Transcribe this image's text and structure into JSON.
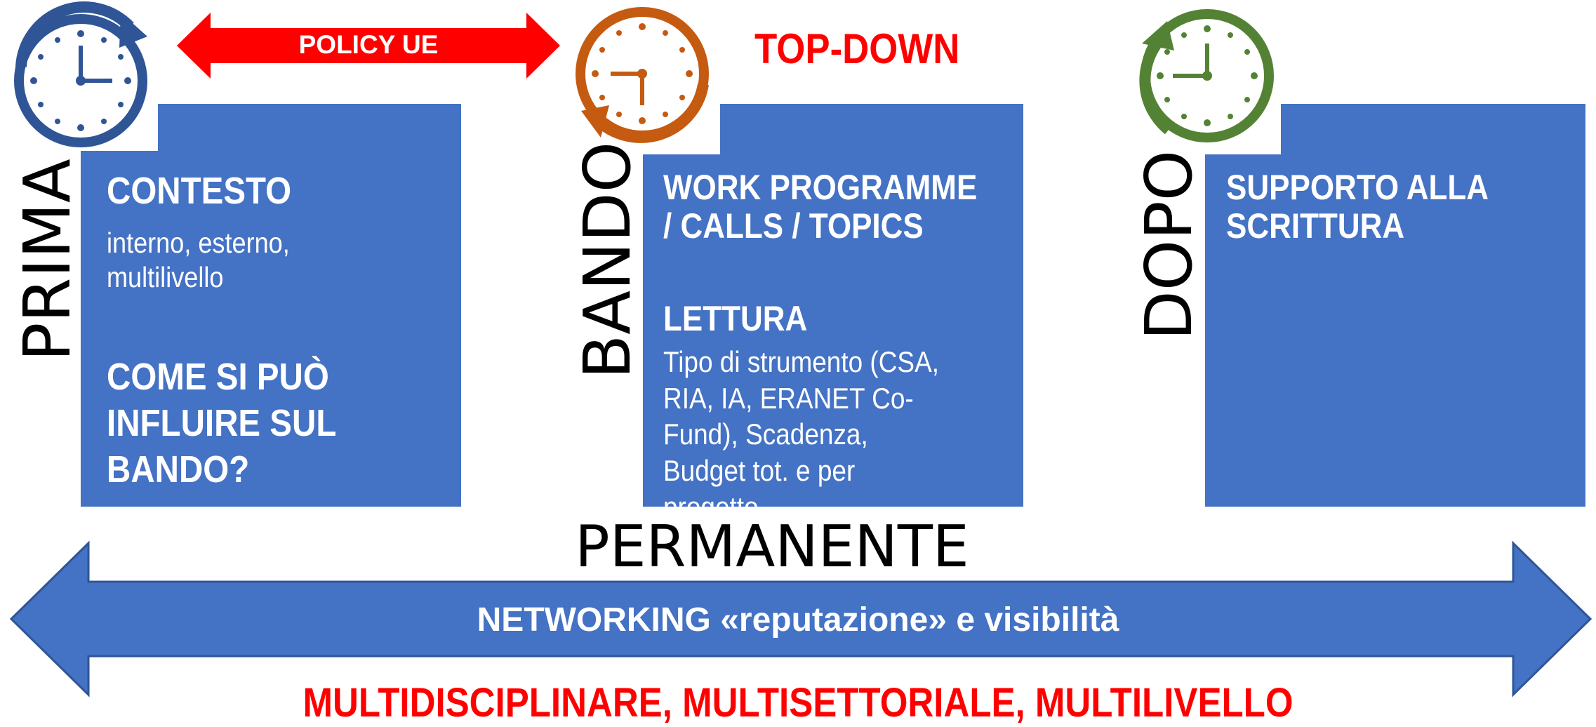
{
  "top": {
    "policy_label": "POLICY UE",
    "topdown_label": "TOP-DOWN"
  },
  "phases": [
    {
      "vertical_label": "PRIMA",
      "heading": "CONTESTO",
      "body": "interno, esterno, multilivello",
      "question": "COME SI PUÒ INFLUIRE SUL BANDO?"
    },
    {
      "vertical_label": "BANDO",
      "heading": "WORK PROGRAMME / CALLS / TOPICS",
      "subheading": "LETTURA",
      "body": "Tipo di strumento (CSA, RIA, IA, ERANET Co-Fund), Scadenza, Budget tot. e per progetto"
    },
    {
      "vertical_label": "DOPO",
      "heading": "SUPPORTO ALLA SCRITTURA"
    }
  ],
  "bottom": {
    "permanente": "PERMANENTE",
    "networking": "NETWORKING «reputazione» e visibilità",
    "multi": "MULTIDISCIPLINARE, MULTISETTORIALE, MULTILIVELLO"
  },
  "colors": {
    "box_blue": "#4472c4",
    "red": "#ff0000",
    "clock_blue": "#2f5597",
    "clock_orange": "#c55a11",
    "clock_green": "#548235"
  },
  "icons": [
    "clock-forward-icon",
    "clock-backward-icon",
    "clock-counterclockwise-icon",
    "double-arrow-icon",
    "wide-double-arrow-icon"
  ]
}
